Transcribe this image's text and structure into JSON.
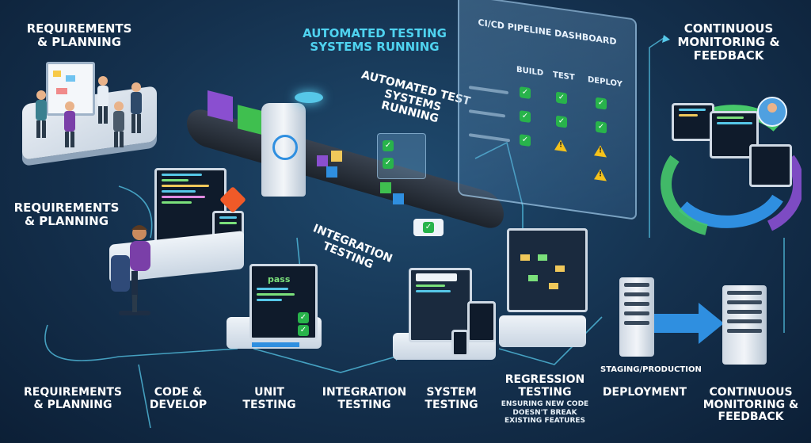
{
  "header": {
    "top_left": "REQUIREMENTS & PLANNING",
    "automated_testing_a": "AUTOMATED TESTING SYSTEMS RUNNING",
    "automated_testing_b": "AUTOMATED TEST SYSTEMS RUNNING",
    "top_right": "CONTINUOUS MONITORING & FEEDBACK"
  },
  "dashboard": {
    "title": "CI/CD PIPELINE DASHBOARD",
    "columns": [
      "BUILD",
      "TEST",
      "DEPLOY"
    ],
    "rows": [
      [
        "pass",
        "pass",
        "pass"
      ],
      [
        "pass",
        "pass",
        "pass"
      ],
      [
        "pass",
        "warn",
        "warn"
      ],
      [
        "",
        "",
        "warn"
      ]
    ]
  },
  "mid_labels": {
    "left": "REQUIREMENTS & PLANNING",
    "integration": "INTEGRATION TESTING",
    "staging": "STAGING/PRODUCTION"
  },
  "unit_screen": {
    "status": "pass"
  },
  "stages": [
    {
      "label": "REQUIREMENTS & PLANNING"
    },
    {
      "label": "CODE & DEVELOP"
    },
    {
      "label": "UNIT TESTING"
    },
    {
      "label": "INTEGRATION TESTING"
    },
    {
      "label": "SYSTEM TESTING"
    },
    {
      "label": "REGRESSION TESTING",
      "sub": "ENSURING NEW CODE DOESN'T BREAK EXISTING FEATURES"
    },
    {
      "label": "DEPLOYMENT"
    },
    {
      "label": "CONTINUOUS MONITORING & FEEDBACK"
    }
  ],
  "colors": {
    "accent_cyan": "#4fd3f0",
    "pass_green": "#28b34b",
    "warn_yellow": "#f5c21b",
    "git_orange": "#f05a28",
    "deploy_blue": "#2f8fe0"
  },
  "icons": [
    "team-whiteboard-icon",
    "developer-desk-icon",
    "git-icon",
    "conveyor-belt-icon",
    "checkmark-icon",
    "warning-icon",
    "server-rack-icon",
    "deploy-arrow-icon",
    "cycle-arrows-icon",
    "user-avatar-icon"
  ]
}
